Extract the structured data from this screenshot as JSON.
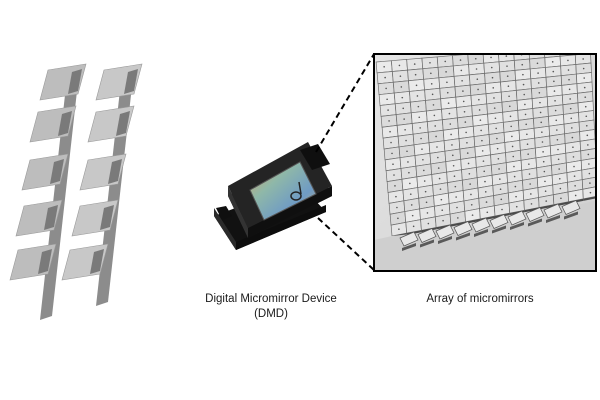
{
  "captions": {
    "dmd_line1": "Digital Micromirror Device",
    "dmd_line2": "(DMD)",
    "array": "Array of micromirrors"
  },
  "colors": {
    "mirror_light": "#bdbdbd",
    "mirror_dark": "#8c8c8c",
    "chip_body": "#1b1b1b",
    "array_bg": "#dcdcdc",
    "frame": "#000000"
  }
}
